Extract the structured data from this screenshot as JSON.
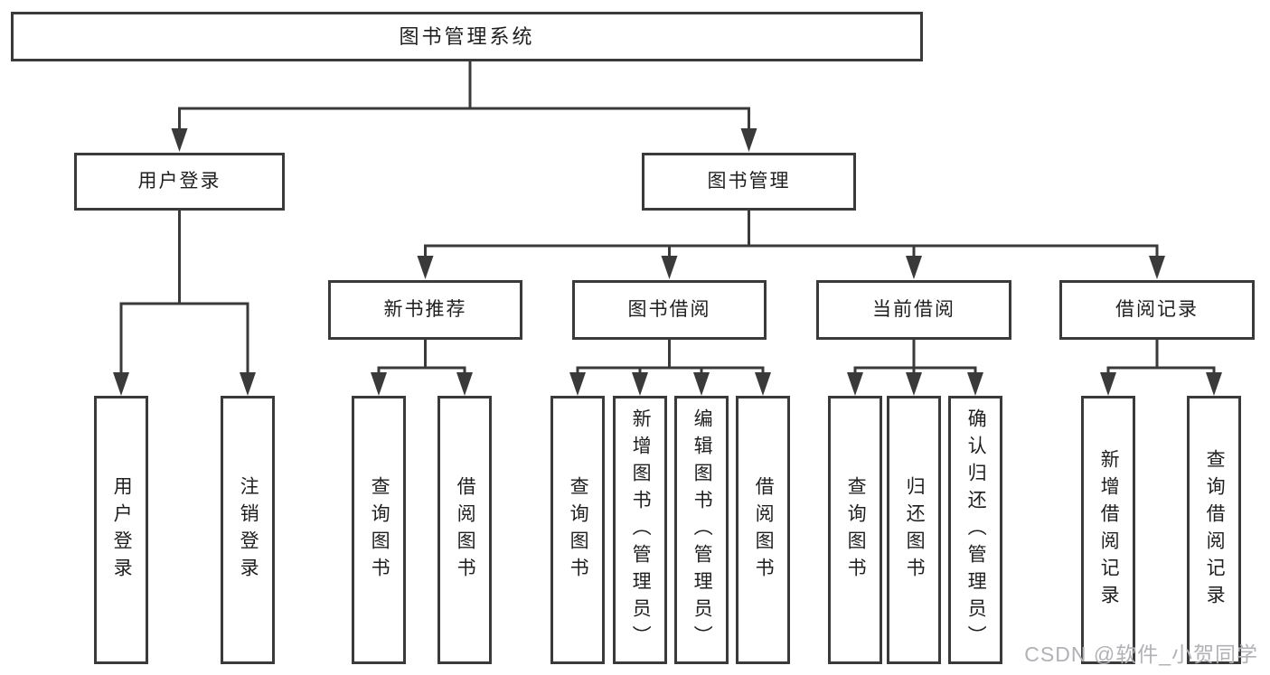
{
  "diagram_type": "hierarchy-tree",
  "colors": {
    "background": "#ffffff",
    "line": "#3a3a3a",
    "box_border": "#3a3a3a",
    "text": "#1f1f1f",
    "watermark": "#b1b1b6"
  },
  "tree": {
    "label": "图书管理系统",
    "children": [
      {
        "label": "用户登录",
        "children": [
          {
            "label": "用户登录"
          },
          {
            "label": "注销登录"
          }
        ]
      },
      {
        "label": "图书管理",
        "children": [
          {
            "label": "新书推荐",
            "children": [
              {
                "label": "查询图书"
              },
              {
                "label": "借阅图书"
              }
            ]
          },
          {
            "label": "图书借阅",
            "children": [
              {
                "label": "查询图书"
              },
              {
                "label": "新增图书（管理员）"
              },
              {
                "label": "编辑图书（管理员）"
              },
              {
                "label": "借阅图书"
              }
            ]
          },
          {
            "label": "当前借阅",
            "children": [
              {
                "label": "查询图书"
              },
              {
                "label": "归还图书"
              },
              {
                "label": "确认归还（管理员）"
              }
            ]
          },
          {
            "label": "借阅记录",
            "children": [
              {
                "label": "新增借阅记录"
              },
              {
                "label": "查询借阅记录"
              }
            ]
          }
        ]
      }
    ]
  },
  "watermark": {
    "text": "CSDN @软件_小贺同学"
  }
}
